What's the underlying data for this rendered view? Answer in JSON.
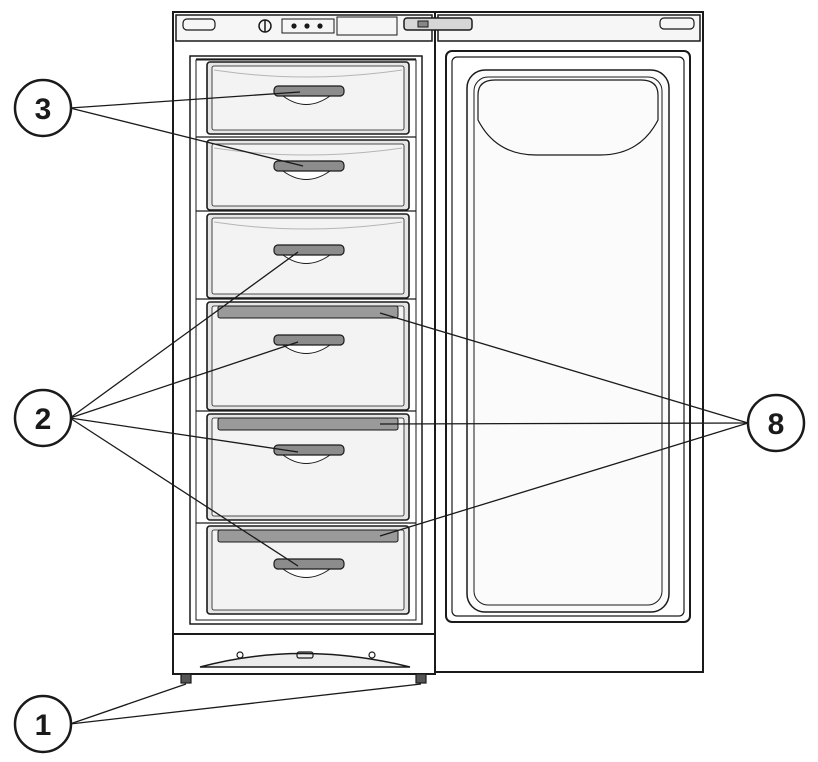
{
  "callouts": [
    {
      "id": "feet",
      "label": "1"
    },
    {
      "id": "drawer-handles",
      "label": "2"
    },
    {
      "id": "drawers",
      "label": "3"
    },
    {
      "id": "shelves",
      "label": "8"
    }
  ],
  "colors": {
    "line": "#1a1a1a",
    "drawer_fill": "#e6e6e6",
    "drawer_dark": "#9a9a9a",
    "handle": "#8c8c8c",
    "panel": "#f2f2f2"
  }
}
